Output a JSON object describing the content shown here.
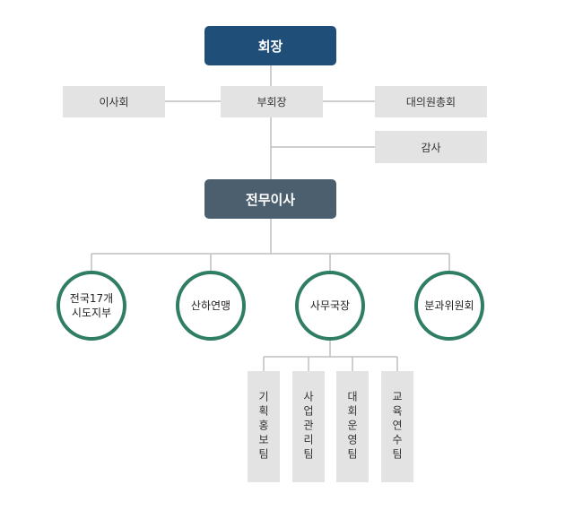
{
  "chairman": "회장",
  "vice_chairman": "부회장",
  "board": "이사회",
  "general_assembly": "대의원총회",
  "audit": "감사",
  "executive_director": "전무이사",
  "divisions": [
    {
      "line1": "전국17개",
      "line2": "시도지부"
    },
    {
      "line1": "산하연맹",
      "line2": ""
    },
    {
      "line1": "사무국장",
      "line2": ""
    },
    {
      "line1": "분과위원회",
      "line2": ""
    }
  ],
  "teams": [
    "기획홍보팀",
    "사업관리팀",
    "대회운영팀",
    "교육연수팀"
  ]
}
